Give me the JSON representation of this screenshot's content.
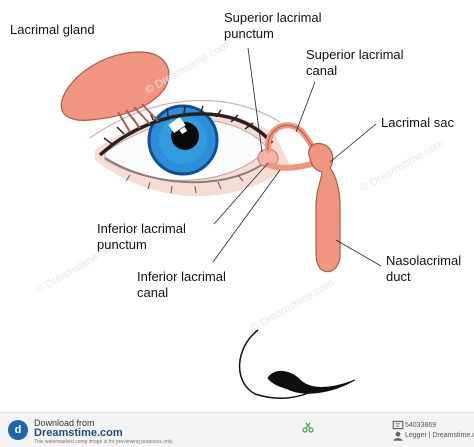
{
  "labels": {
    "lacrimal_gland": "Lacrimal gland",
    "superior_punctum": [
      "Superior lacrimal",
      "punctum"
    ],
    "superior_canal": [
      "Superior lacrimal",
      "canal"
    ],
    "lacrimal_sac": "Lacrimal sac",
    "inferior_punctum": [
      "Inferior lacrimal",
      "punctum"
    ],
    "inferior_canal": [
      "Inferior lacrimal",
      "canal"
    ],
    "nasolacrimal_duct": [
      "Nasolacrimal",
      "duct"
    ]
  },
  "footer": {
    "download_from": "Download from",
    "brand": "Dreamstime.com",
    "fine_print": "This watermarked comp image is for previewing purposes only.",
    "image_id": "54033869",
    "author": "Legger | Dreamstime.com"
  },
  "watermark": {
    "text": "© Dreamstime.com"
  },
  "colors": {
    "duct_fill": "#f0957f",
    "duct_stroke": "#b05a48",
    "iris": "#2a8fd6",
    "iris_dark": "#0f4f99",
    "pupil": "#0a0a0a",
    "lid": "#f3d3c7",
    "lash": "#3a2a2a"
  },
  "icons": [
    "dreamstime-logo-icon",
    "id-icon",
    "author-icon"
  ]
}
